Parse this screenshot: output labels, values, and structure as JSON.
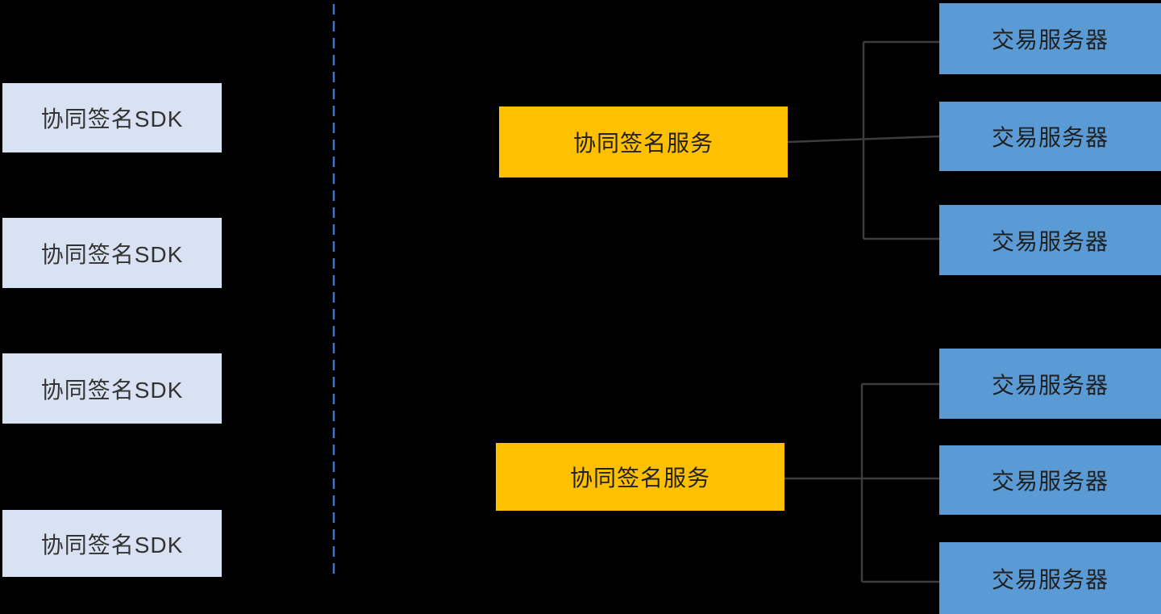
{
  "diagram": {
    "title": "collaborative-signing-architecture",
    "sdk_boxes": [
      {
        "label": "协同签名SDK"
      },
      {
        "label": "协同签名SDK"
      },
      {
        "label": "协同签名SDK"
      },
      {
        "label": "协同签名SDK"
      }
    ],
    "separator": {
      "style": "dashed-vertical",
      "color": "#4472C4"
    },
    "groups": [
      {
        "service": {
          "label": "协同签名服务"
        },
        "servers": [
          {
            "label": "交易服务器"
          },
          {
            "label": "交易服务器"
          },
          {
            "label": "交易服务器"
          }
        ]
      },
      {
        "service": {
          "label": "协同签名服务"
        },
        "servers": [
          {
            "label": "交易服务器"
          },
          {
            "label": "交易服务器"
          },
          {
            "label": "交易服务器"
          }
        ]
      }
    ],
    "colors": {
      "background": "#000000",
      "sdk_fill": "#D9E2F3",
      "sdk_text": "#333333",
      "service_fill": "#FFC000",
      "service_text": "#222222",
      "server_fill": "#5B9BD5",
      "server_text": "#1f1f1f",
      "connector": "#3d3d3d",
      "separator": "#4472C4"
    }
  }
}
